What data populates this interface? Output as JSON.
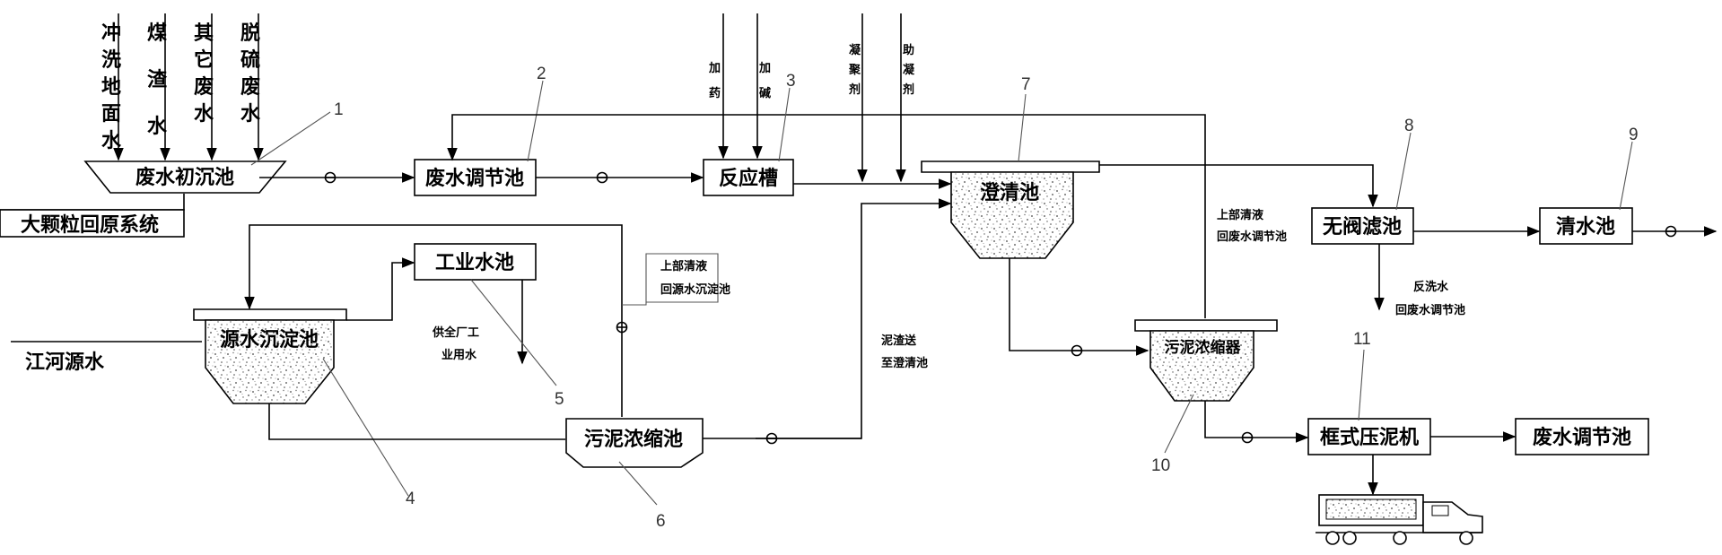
{
  "inputs": {
    "chongxi": "冲洗地面水",
    "meizha": "煤渣水",
    "qita": "其它废水",
    "tuoliu": "脱硫废水",
    "jiayao": "加药",
    "jiajian": "加碱",
    "ningju": "凝聚剂",
    "zhuning": "助凝剂"
  },
  "units": {
    "chuchen": "废水初沉池",
    "tiaojie": "废水调节池",
    "fanying": "反应槽",
    "chengqing": "澄清池",
    "wufa": "无阀滤池",
    "qingshui": "清水池",
    "gongye": "工业水池",
    "yuanshui": "源水沉淀池",
    "wuni_pool": "污泥浓缩池",
    "wuni_thick": "污泥浓缩器",
    "kuangshi": "框式压泥机",
    "tiaojie2": "废水调节池",
    "dakeli": "大颗粒回原系统",
    "jianghe": "江河源水"
  },
  "notes": {
    "top_clear_a": "上部清液",
    "top_clear_b": "回源水沉淀池",
    "top_clear2_a": "上部清液",
    "top_clear2_b": "回废水调节池",
    "gong_a": "供全厂工",
    "gong_b": "业用水",
    "nizha_a": "泥渣送",
    "nizha_b": "至澄清池",
    "fanxi_a": "反洗水",
    "fanxi_b": "回废水调节池"
  },
  "numbers": [
    "1",
    "2",
    "3",
    "4",
    "5",
    "6",
    "7",
    "8",
    "9",
    "10",
    "11"
  ]
}
